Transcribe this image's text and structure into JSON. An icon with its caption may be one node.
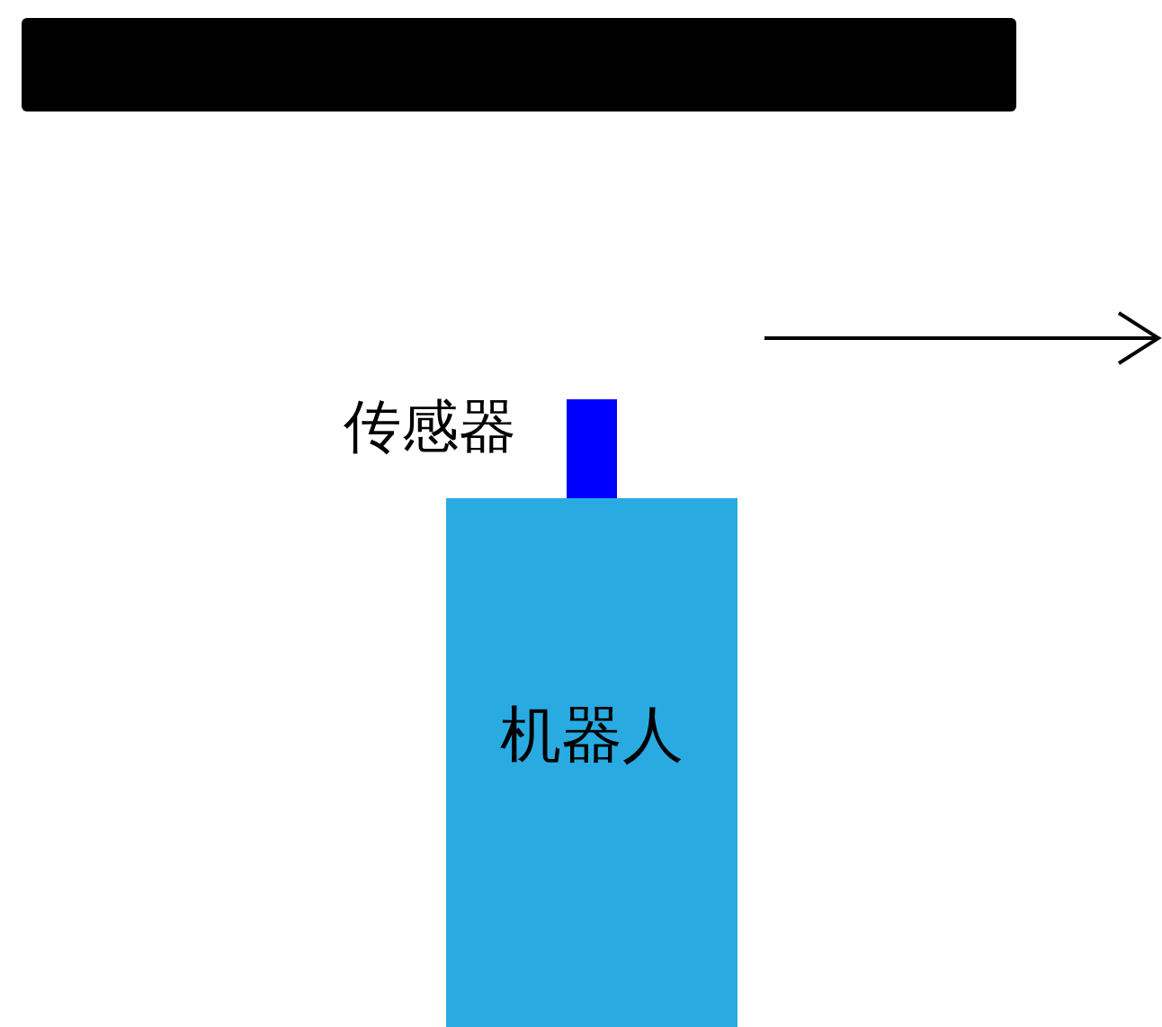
{
  "diagram": {
    "nodes": [
      {
        "text": [],
        "shape": "bar"
      },
      {
        "text": [],
        "shape": "box",
        "beside": [
          "传感器"
        ]
      },
      {
        "text": [
          "机器人"
        ]
      }
    ]
  }
}
